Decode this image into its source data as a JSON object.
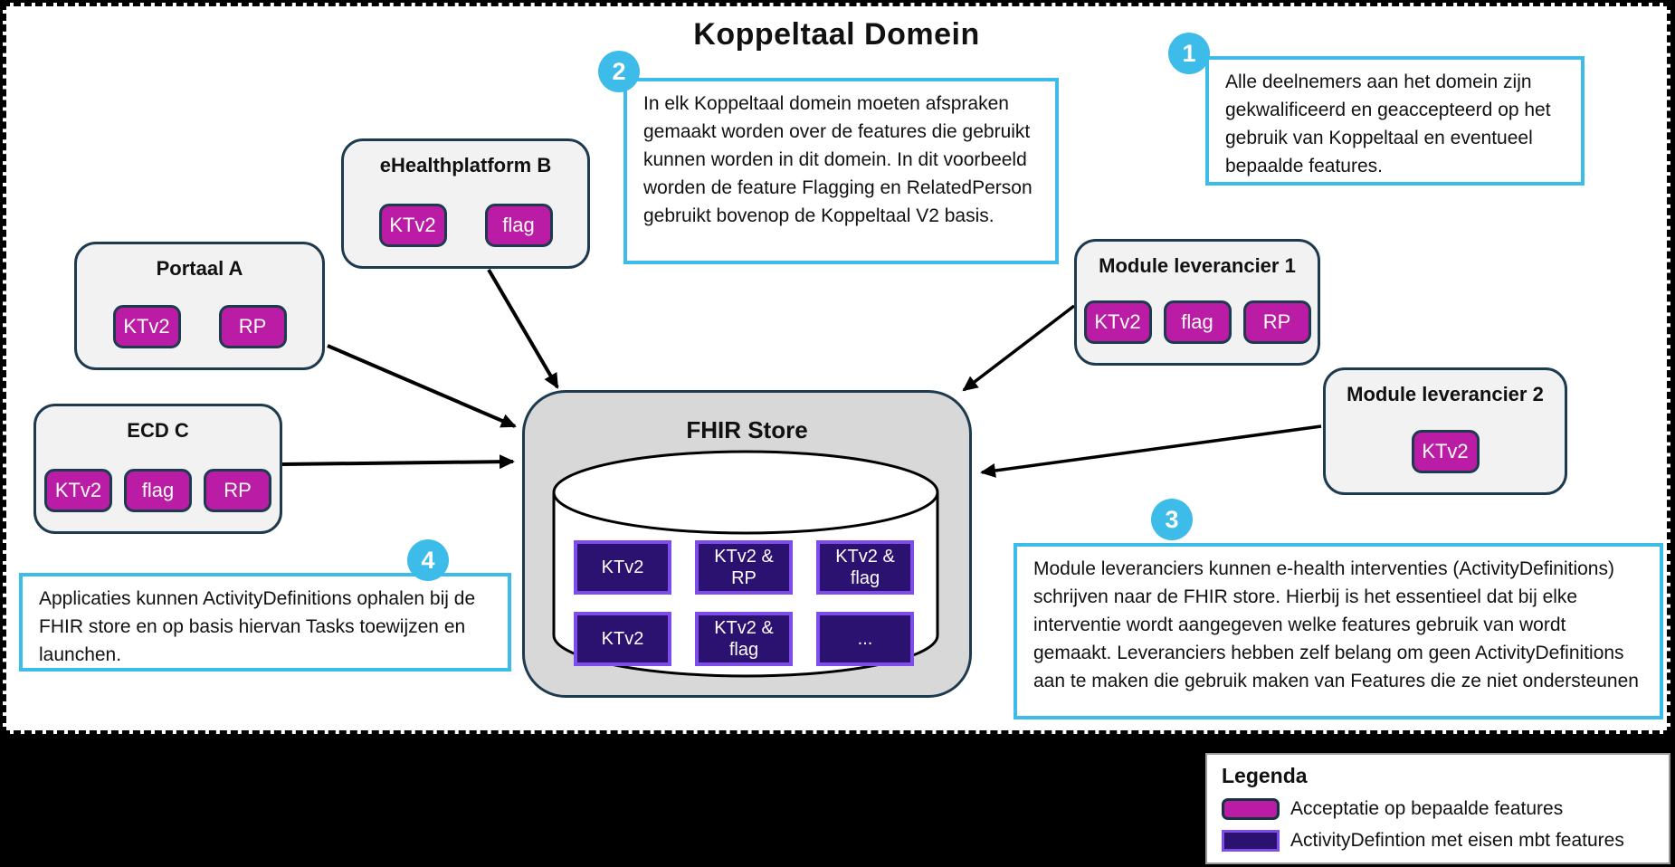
{
  "title": "Koppeltaal Domein",
  "annotations": [
    {
      "number": "1",
      "text": "Alle deelnemers aan het domein zijn gekwalificeerd en geaccepteerd op het gebruik van Koppeltaal en eventueel bepaalde features."
    },
    {
      "number": "2",
      "text": "In elk Koppeltaal domein moeten afspraken gemaakt worden over de features die gebruikt kunnen worden in dit domein. In dit voorbeeld worden de feature Flagging en RelatedPerson gebruikt bovenop de Koppeltaal V2 basis."
    },
    {
      "number": "3",
      "text": "Module leveranciers kunnen e-health interventies (ActivityDefinitions) schrijven naar de FHIR store. Hierbij is het essentieel dat bij elke interventie wordt aangegeven welke features gebruik van wordt gemaakt. Leveranciers hebben zelf belang om geen ActivityDefinitions aan te maken die gebruik maken van Features die ze niet ondersteunen"
    },
    {
      "number": "4",
      "text": "Applicaties kunnen ActivityDefinitions ophalen bij de FHIR store en op basis hiervan Tasks toewijzen en launchen."
    }
  ],
  "apps": [
    {
      "name": "eHealthplatform B",
      "chips": [
        "KTv2",
        "flag"
      ]
    },
    {
      "name": "Portaal A",
      "chips": [
        "KTv2",
        "RP"
      ]
    },
    {
      "name": "ECD C",
      "chips": [
        "KTv2",
        "flag",
        "RP"
      ]
    },
    {
      "name": "Module leverancier 1",
      "chips": [
        "KTv2",
        "flag",
        "RP"
      ]
    },
    {
      "name": "Module leverancier 2",
      "chips": [
        "KTv2"
      ]
    }
  ],
  "fhir_store": {
    "title": "FHIR Store",
    "items": [
      "KTv2",
      "KTv2 & RP",
      "KTv2 & flag",
      "KTv2",
      "KTv2 & flag",
      "..."
    ]
  },
  "legend": {
    "title": "Legenda",
    "items": [
      {
        "label": "Acceptatie op bepaalde features",
        "swatch": "acceptatie"
      },
      {
        "label": "ActivityDefintion met eisen mbt features",
        "swatch": "activitydefinition"
      }
    ]
  },
  "colors": {
    "accent_blue": "#3EBCE9",
    "feature_magenta": "#BB1CA5",
    "activity_purple": "#2B1271",
    "activity_border": "#7C4DE8",
    "box_border_navy": "#1D3A4E",
    "store_gray": "#D8D8D8"
  }
}
